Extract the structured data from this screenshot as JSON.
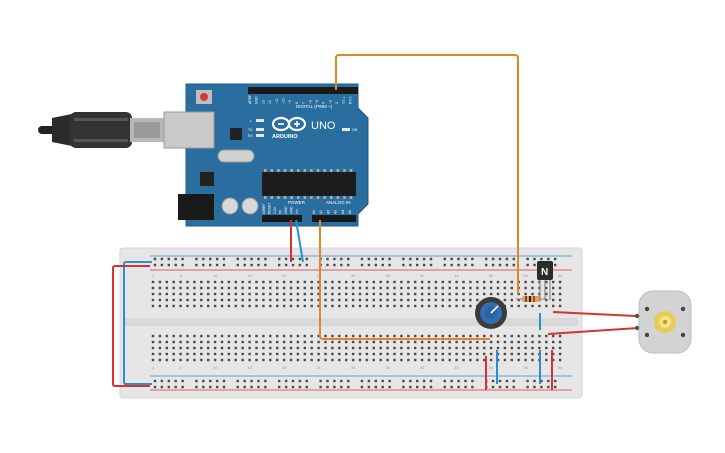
{
  "arduino": {
    "brand": "ARDUINO",
    "model": "UNO",
    "digital_header": "DIGITAL (PWM ~)",
    "power_header": "POWER",
    "analog_header": "ANALOG IN",
    "led_tx": "TX",
    "led_rx": "RX",
    "led_l": "L",
    "led_on": "ON",
    "top_pins": [
      "AREF",
      "GND",
      "13",
      "12",
      "~11",
      "~10",
      "~9",
      "8",
      "7",
      "~6",
      "~5",
      "4",
      "~3",
      "2",
      "TX 1",
      "RX 0"
    ],
    "power_pins": [
      "IOREF",
      "RESET",
      "3.3V",
      "5V",
      "GND",
      "GND",
      "Vin"
    ],
    "analog_pins": [
      "A0",
      "A1",
      "A2",
      "A3",
      "A4",
      "A5"
    ]
  },
  "breadboard": {
    "top_numbers": [
      "1",
      "5",
      "10",
      "15",
      "20",
      "25",
      "30",
      "35",
      "40",
      "45",
      "50",
      "55",
      "60"
    ],
    "bottom_numbers": [
      "1",
      "5",
      "10",
      "15",
      "20",
      "25",
      "30",
      "35",
      "40",
      "45",
      "50",
      "55",
      "60"
    ]
  },
  "transistor": {
    "label": "N"
  },
  "colors": {
    "board": "#2a6ea0",
    "wire_orange": "#e0852a",
    "wire_red": "#d93030",
    "wire_blue": "#2a8fd0",
    "breadboard": "#e6e6e6"
  }
}
